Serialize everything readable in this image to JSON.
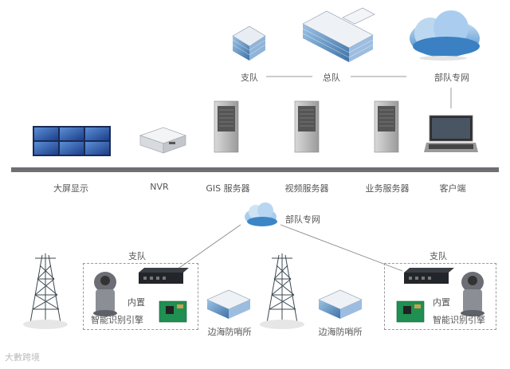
{
  "top": {
    "branch": "支队",
    "hq": "总队",
    "private_net": "部队专网"
  },
  "bus": {
    "video_wall": "大屏显示",
    "nvr": "NVR",
    "gis_server": "GIS 服务器",
    "video_server": "视频服务器",
    "biz_server": "业务服务器",
    "client": "客户端"
  },
  "middle": {
    "private_net": "部队专网"
  },
  "left_site": {
    "branch": "支队",
    "builtin": "内置",
    "engine": "智能识别引擎",
    "outpost": "边海防哨所"
  },
  "right_site": {
    "branch": "支队",
    "builtin": "内置",
    "engine": "智能识别引擎",
    "outpost": "边海防哨所"
  },
  "watermark": "大數跨境",
  "colors": {
    "bus": "#6f6f73",
    "line": "#8a8a8a",
    "cloud": "#4a8fc8",
    "building_glass": "#5a8fc0"
  }
}
